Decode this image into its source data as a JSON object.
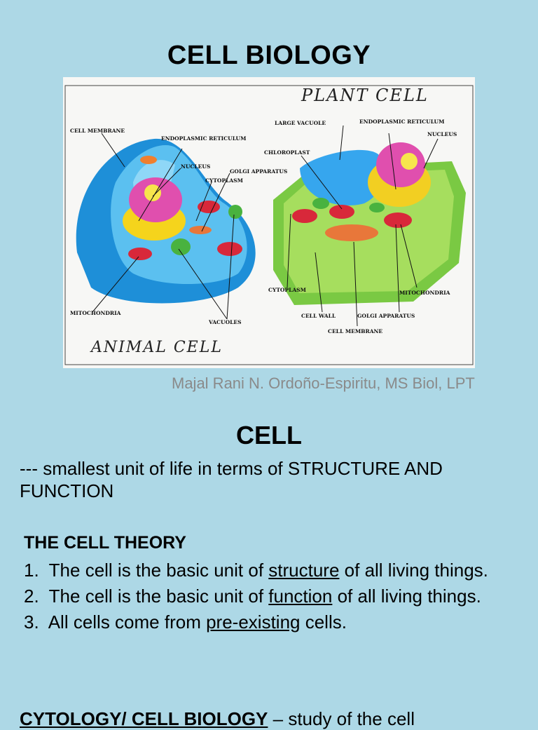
{
  "title": "CELL BIOLOGY",
  "figure": {
    "animal_title": "ANIMAL CELL",
    "plant_title": "PLANT CELL",
    "animal_labels": {
      "cell_membrane": "CELL MEMBRANE",
      "endoplasmic_reticulum": "ENDOPLASMIC RETICULUM",
      "nucleus": "NUCLEUS",
      "golgi_apparatus": "GOLGI APPARATUS",
      "cytoplasm": "CYTOPLASM",
      "mitochondria": "MITOCHONDRIA",
      "vacuoles": "VACUOLES"
    },
    "plant_labels": {
      "large_vacuole": "LARGE VACUOLE",
      "endoplasmic_reticulum": "ENDOPLASMIC RETICULUM",
      "nucleus": "NUCLEUS",
      "chloroplast": "CHLOROPLAST",
      "cytoplasm": "CYTOPLASM",
      "mitochondria": "MITOCHONDRIA",
      "cell_wall": "CELL WALL",
      "golgi_apparatus": "GOLGI APPARATUS",
      "cell_membrane": "CELL MEMBRANE"
    }
  },
  "author": "Majal Rani N. Ordoño-Espiritu, MS Biol, LPT",
  "section_heading": "CELL",
  "definition": "--- smallest unit of life in terms of  STRUCTURE AND FUNCTION",
  "cell_theory": {
    "heading": "THE CELL THEORY",
    "items": [
      {
        "num": "1.",
        "before": "The cell is the basic unit of ",
        "key": "structure",
        "after": " of all living things."
      },
      {
        "num": "2.",
        "before": "The cell is the basic unit of ",
        "key": "function",
        "after": " of all living things."
      },
      {
        "num": "3.",
        "before": "All cells come from ",
        "key": "pre-existing",
        "after": " cells."
      }
    ]
  },
  "cytology": {
    "term": "CYTOLOGY/ CELL BIOLOGY",
    "rest": " – study of the cell"
  }
}
